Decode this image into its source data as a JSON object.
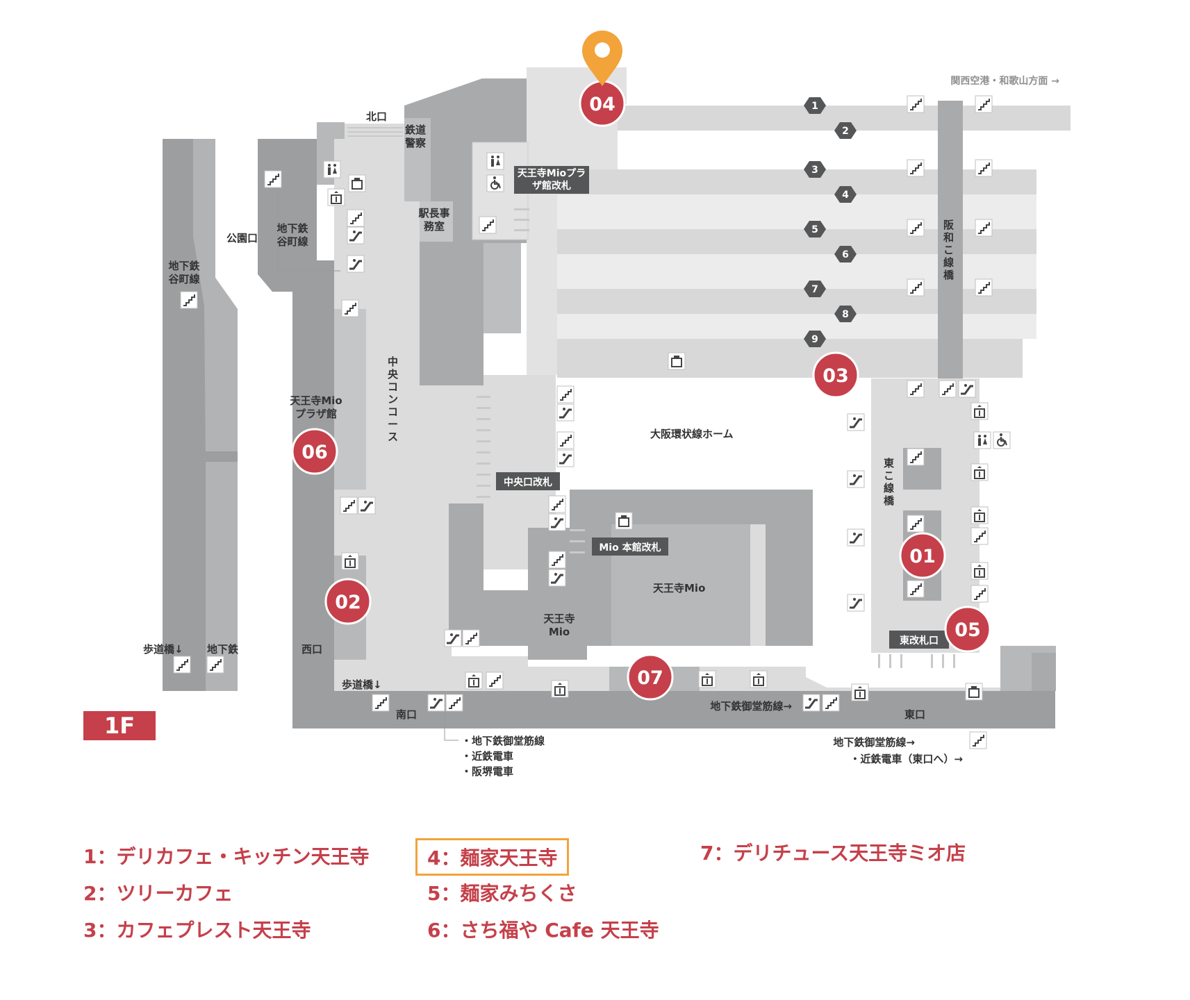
{
  "floor_label": "1F",
  "direction_top_right": "関西空港・和歌山方面 →",
  "areas": {
    "kitaguchi": "北口",
    "koenguchi": "公園口",
    "nishiguchi": "西口",
    "minamiguchi": "南口",
    "higashiguchi": "東口",
    "tetsudo_keisatsu": "鉄道警察",
    "ekicho_jimushitsu": "駅長事務室",
    "subway_tanimachi_a": "地下鉄谷町線",
    "subway_tanimachi_b": "地下鉄谷町線",
    "chuo_concourse": "中央コンコース",
    "mio_plaza_kan": "天王寺Mioプラザ館",
    "mio_plaza_gate": "天王寺Mioプラザ館改札",
    "chuo_gate": "中央口改札",
    "mio_honkan_gate": "Mio 本館改札",
    "tennoji_mio": "天王寺Mio",
    "tennoji_mio_small": "天王寺Mio",
    "osaka_loop_home": "大阪環状線ホーム",
    "hanwa_bridge": "阪和こ線橋",
    "higashi_bridge": "東こ線橋",
    "higashi_gate": "東改札口",
    "hodokyo_left": "歩道橋↓",
    "subway_left": "地下鉄",
    "hodokyo_south": "歩道橋↓",
    "midosuji_arrow": "地下鉄御堂筋線→",
    "midosuji_arrow_east": "地下鉄御堂筋線→",
    "kintetsu_east": "・近鉄電車（東口へ）→"
  },
  "south_transfers": [
    "・地下鉄御堂筋線",
    "・近鉄電車",
    "・阪堺電車"
  ],
  "track_numbers": [
    "1",
    "2",
    "3",
    "4",
    "5",
    "6",
    "7",
    "8",
    "9"
  ],
  "shops_on_map": [
    "01",
    "02",
    "03",
    "04",
    "05",
    "06",
    "07"
  ],
  "selected_shop": "04",
  "legend": [
    {
      "text": "1：デリカフェ・キッチン天王寺"
    },
    {
      "text": "2：ツリーカフェ"
    },
    {
      "text": "3：カフェプレスト天王寺"
    },
    {
      "text": "4：麺家天王寺"
    },
    {
      "text": "5：麺家みちくさ"
    },
    {
      "text": "6：さち福や Cafe 天王寺"
    },
    {
      "text": "7：デリチュース天王寺ミオ店"
    }
  ],
  "colors": {
    "shop_marker": "#c5404a",
    "pin": "#f2a33a",
    "legend_text": "#c5404a",
    "floor_badge": "#c5404a"
  },
  "icons": [
    "stairs-icon",
    "escalator-icon",
    "elevator-icon",
    "restroom-icon",
    "wheelchair-icon",
    "ticket-machine-icon"
  ]
}
